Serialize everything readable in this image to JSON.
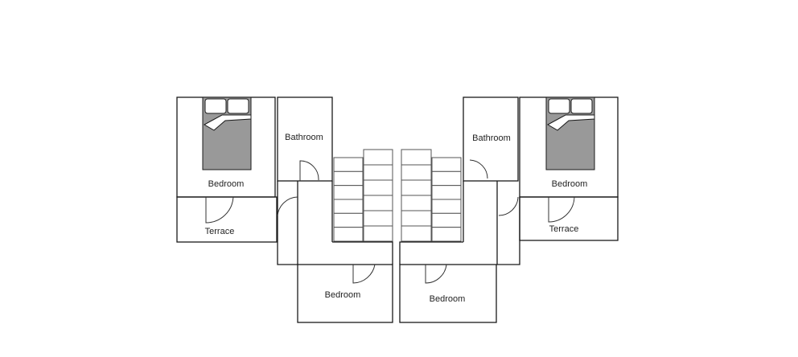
{
  "floorplan": {
    "rooms": {
      "bedroom_left": "Bedroom",
      "bathroom_left": "Bathroom",
      "terrace_left": "Terrace",
      "bedroom_bottom_left": "Bedroom",
      "bedroom_bottom_right": "Bedroom",
      "bathroom_right": "Bathroom",
      "bedroom_right": "Bedroom",
      "terrace_right": "Terrace"
    },
    "stairs": {
      "steps_per_column": 6
    },
    "colors": {
      "wall": "#1a1a1a",
      "bed": "#999999",
      "stair_line": "#555555"
    }
  }
}
